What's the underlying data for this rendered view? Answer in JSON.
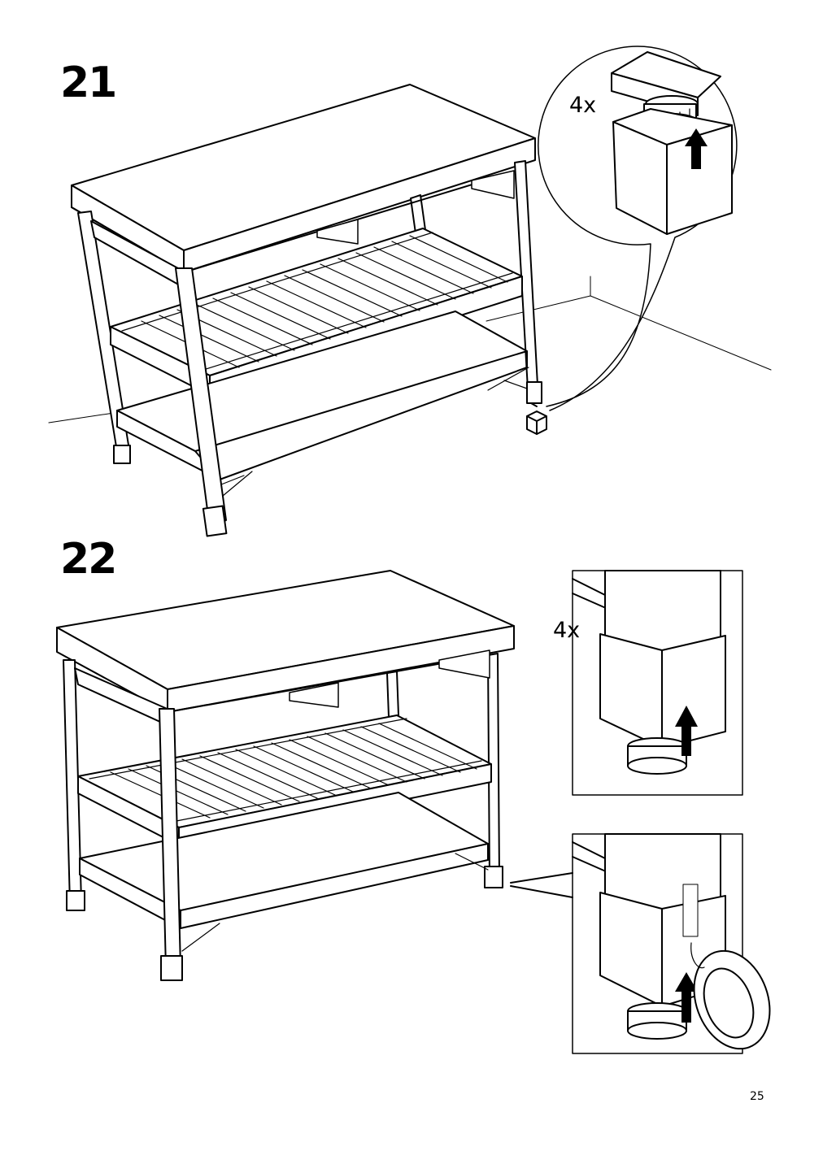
{
  "steps": [
    {
      "number": "21",
      "quantity": "4x"
    },
    {
      "number": "22",
      "quantity": "4x"
    }
  ],
  "page_number": "25",
  "icons": [
    "table-illustration",
    "foot-cap-detail",
    "adjustable-foot-detail",
    "tape-roll-icon",
    "up-arrow-icon"
  ]
}
